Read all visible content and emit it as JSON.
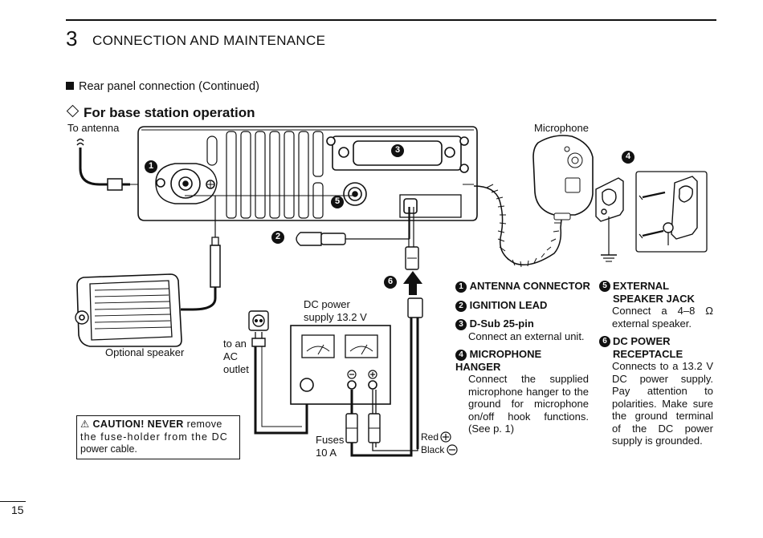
{
  "chapter": {
    "number": "3",
    "title": "CONNECTION AND MAINTENANCE"
  },
  "subheading": "Rear panel connection (Continued)",
  "section_title": "For base station operation",
  "diagram_labels": {
    "to_antenna": "To antenna",
    "microphone": "Microphone",
    "optional_speaker": "Optional speaker",
    "dc_power_line1": "DC power",
    "dc_power_line2": "supply 13.2 V",
    "ac_line1": "to an",
    "ac_line2": "AC",
    "ac_line3": "outlet",
    "fuses_line1": "Fuses",
    "fuses_line2": "10 A",
    "red": "Red",
    "black": "Black"
  },
  "callouts": [
    "1",
    "2",
    "3",
    "4",
    "5",
    "6"
  ],
  "legend": [
    {
      "num": "1",
      "title": "ANTENNA CONNECTOR",
      "body": ""
    },
    {
      "num": "2",
      "title": "IGNITION LEAD",
      "body": ""
    },
    {
      "num": "3",
      "title": "D-Sub 25-pin",
      "body": "Connect an external unit."
    },
    {
      "num": "4",
      "title": "MICROPHONE HANGER",
      "body": "Connect the supplied microphone hanger to the ground for microphone on/off hook functions. (See p. 1)"
    },
    {
      "num": "5",
      "title": "EXTERNAL SPEAKER JACK",
      "body": "Connect a 4–8 Ω external speaker."
    },
    {
      "num": "6",
      "title": "DC POWER RECEPTACLE",
      "body": "Connects to a 13.2 V DC power supply. Pay attention to polarities. Make sure the ground terminal of the DC power supply is grounded."
    }
  ],
  "caution": {
    "label": "CAUTION!",
    "emph": "NEVER",
    "text_a": "remove",
    "text_b": "the fuse-holder from the DC",
    "text_c": "power cable."
  },
  "page_number": "15",
  "icons": [
    "warning-triangle-icon",
    "plus-circle-icon",
    "minus-circle-icon"
  ]
}
